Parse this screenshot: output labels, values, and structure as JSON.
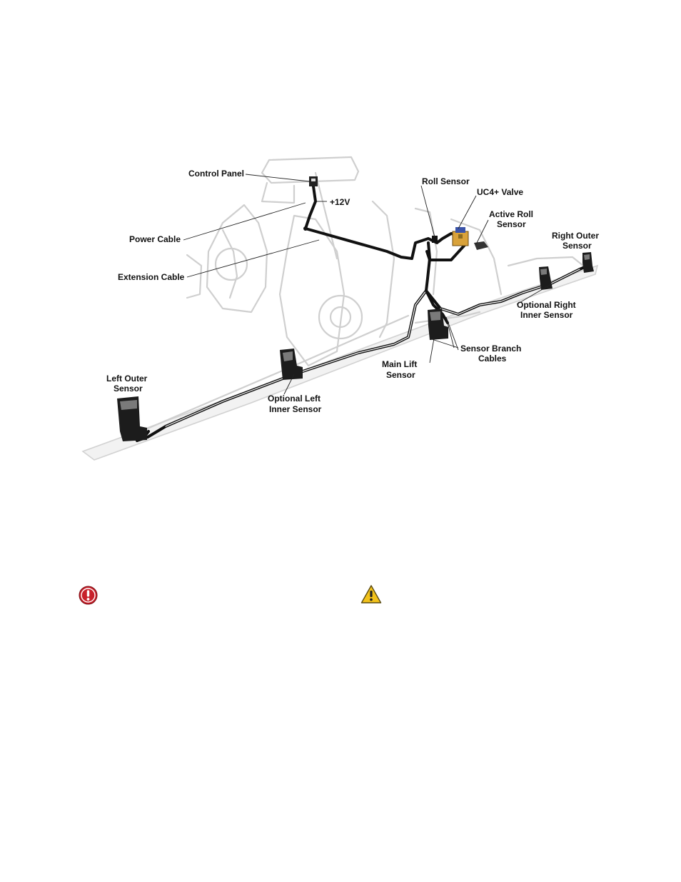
{
  "diagram": {
    "labels": {
      "control_panel": "Control Panel",
      "plus12v": "+12V",
      "power_cable": "Power Cable",
      "extension_cable": "Extension Cable",
      "roll_sensor": "Roll Sensor",
      "uc4_valve": "UC4+ Valve",
      "active_roll_line1": "Active Roll",
      "active_roll_line2": "Sensor",
      "right_outer_line1": "Right Outer",
      "right_outer_line2": "Sensor",
      "opt_right_line1": "Optional Right",
      "opt_right_line2": "Inner Sensor",
      "branch_line1": "Sensor Branch",
      "branch_line2": "Cables",
      "main_lift_line1": "Main Lift",
      "main_lift_line2": "Sensor",
      "left_outer_line1": "Left Outer",
      "left_outer_line2": "Sensor",
      "opt_left_line1": "Optional Left",
      "opt_left_line2": "Inner Sensor"
    }
  },
  "notices": {
    "important_icon": "exclamation-circle-icon",
    "important_color": "#c8202a",
    "warning_icon": "warning-triangle-icon",
    "warning_color": "#f2c21b"
  }
}
